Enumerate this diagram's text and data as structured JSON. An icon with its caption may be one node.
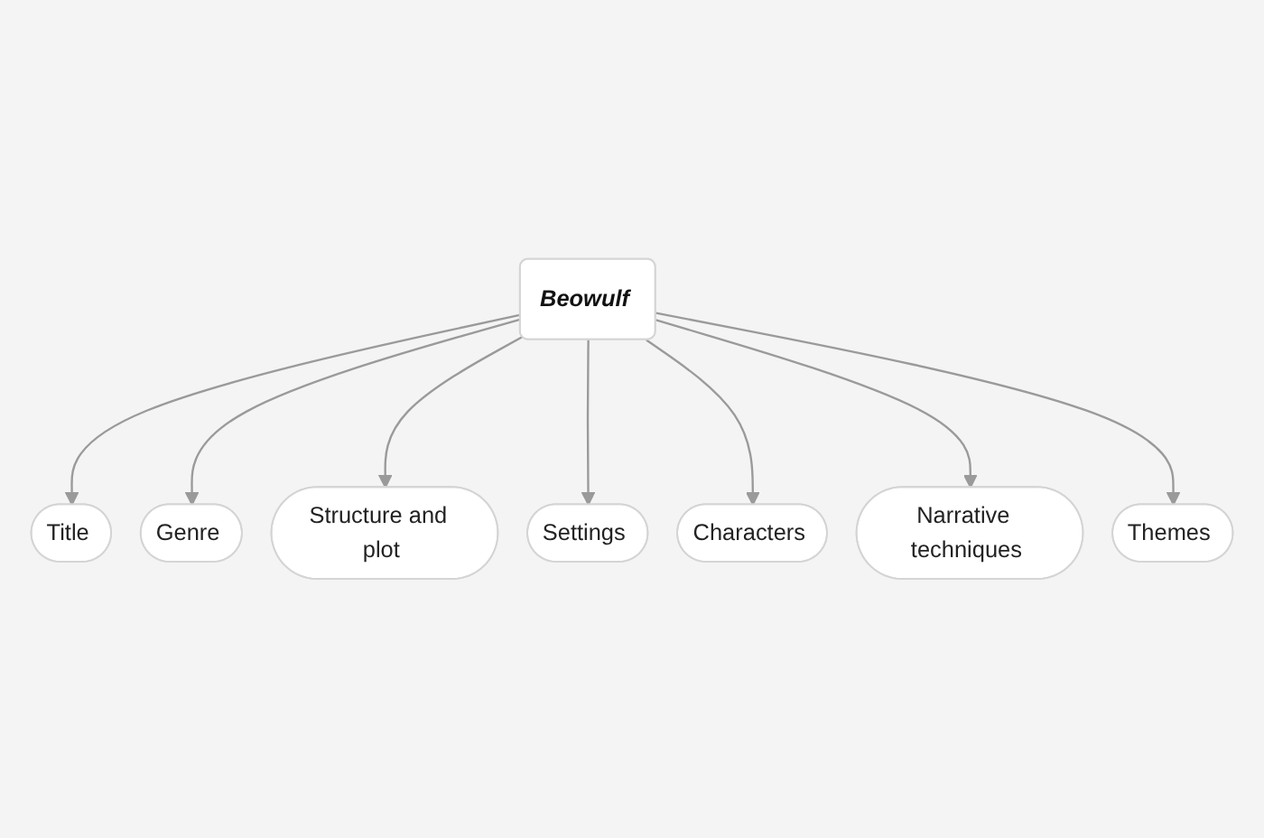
{
  "diagram": {
    "nodes": [
      {
        "text": [
          "Beowulf"
        ]
      },
      {
        "text": [
          "Title"
        ]
      },
      {
        "text": [
          "Genre"
        ]
      },
      {
        "text": [
          "Structure and plot"
        ]
      },
      {
        "text": [
          "Settings"
        ]
      },
      {
        "text": [
          "Characters"
        ]
      },
      {
        "text": [
          "Narrative techniques"
        ]
      },
      {
        "text": [
          "Themes"
        ]
      }
    ],
    "edges": [
      {
        "from": 0,
        "to": 1,
        "arrow": "to"
      },
      {
        "from": 0,
        "to": 2,
        "arrow": "to"
      },
      {
        "from": 0,
        "to": 3,
        "arrow": "to"
      },
      {
        "from": 0,
        "to": 4,
        "arrow": "to"
      },
      {
        "from": 0,
        "to": 5,
        "arrow": "to"
      },
      {
        "from": 0,
        "to": 6,
        "arrow": "to"
      },
      {
        "from": 0,
        "to": 7,
        "arrow": "to"
      }
    ]
  }
}
